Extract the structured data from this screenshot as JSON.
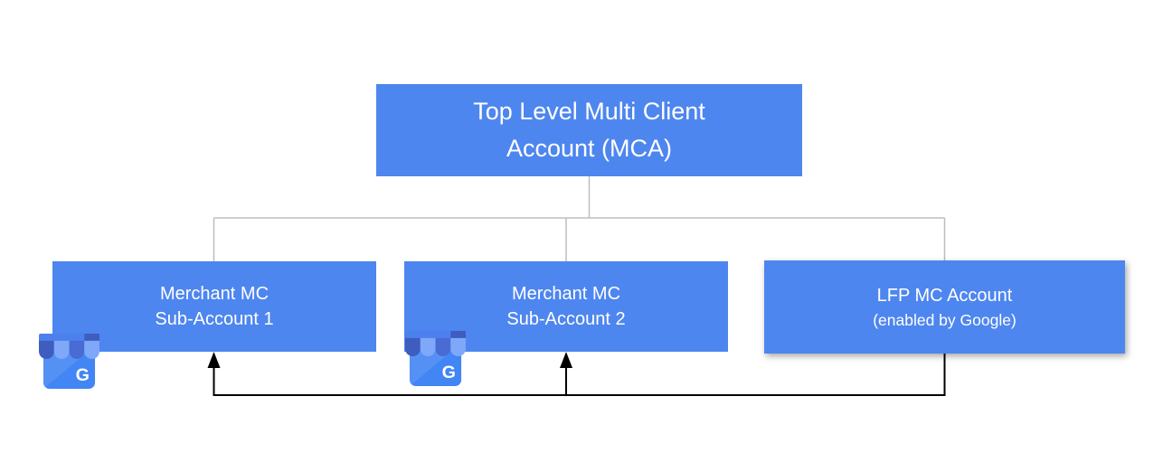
{
  "diagram": {
    "root_node": {
      "line1": "Top Level Multi Client",
      "line2": "Account (MCA)"
    },
    "child_nodes": [
      {
        "line1": "Merchant MC",
        "line2": "Sub-Account 1"
      },
      {
        "line1": "Merchant MC",
        "line2": "Sub-Account 2"
      },
      {
        "line1": "LFP MC Account",
        "line2": "(enabled by Google)"
      }
    ],
    "business_icon_letter": "G",
    "colors": {
      "node_fill": "#4E86EF",
      "node_text": "#FFFFFF",
      "hierarchy_line": "#BDBDBD",
      "feed_arrow_line": "#000000",
      "icon_body": "#4285F4",
      "icon_awning_dark": "#3E5DBF",
      "icon_awning_medium_dark": "#4A6BD4",
      "icon_awning_light": "#7FA8F8",
      "icon_awning_bar": "#4C80EE"
    }
  }
}
